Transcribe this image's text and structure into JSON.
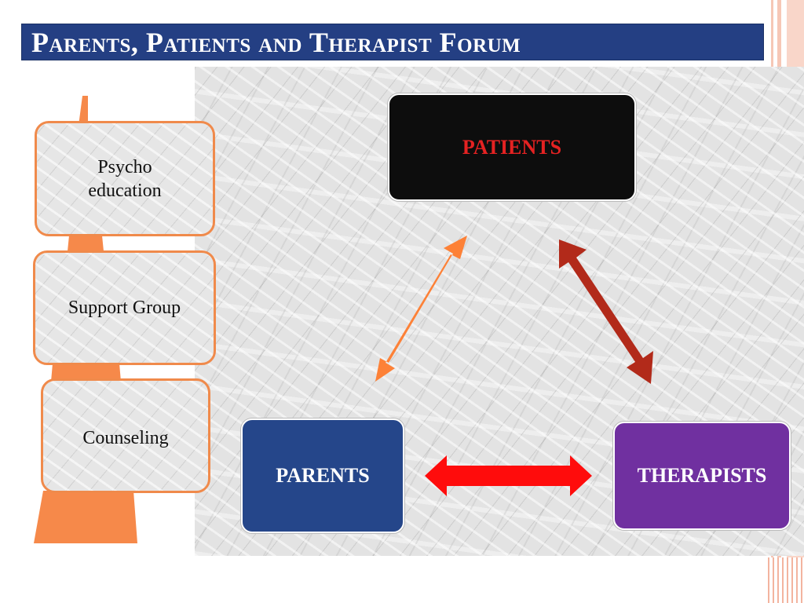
{
  "title": "Parents, Patients and Therapist Forum",
  "sidebar": {
    "items": [
      "Psycho education",
      "Support Group",
      "Counseling"
    ]
  },
  "nodes": {
    "patients": "PATIENTS",
    "parents": "PARENTS",
    "therapists": "THERAPISTS"
  },
  "colors": {
    "title_bar": "#243f83",
    "patients_box": "#0d0d0d",
    "patients_text": "#e52222",
    "parents_box": "#25468a",
    "therapists_box": "#7030a0",
    "card_border": "#f08a4b",
    "arrow_orange": "#fd8137",
    "arrow_darkred": "#b22a1a",
    "arrow_red": "#ff0c0c"
  }
}
